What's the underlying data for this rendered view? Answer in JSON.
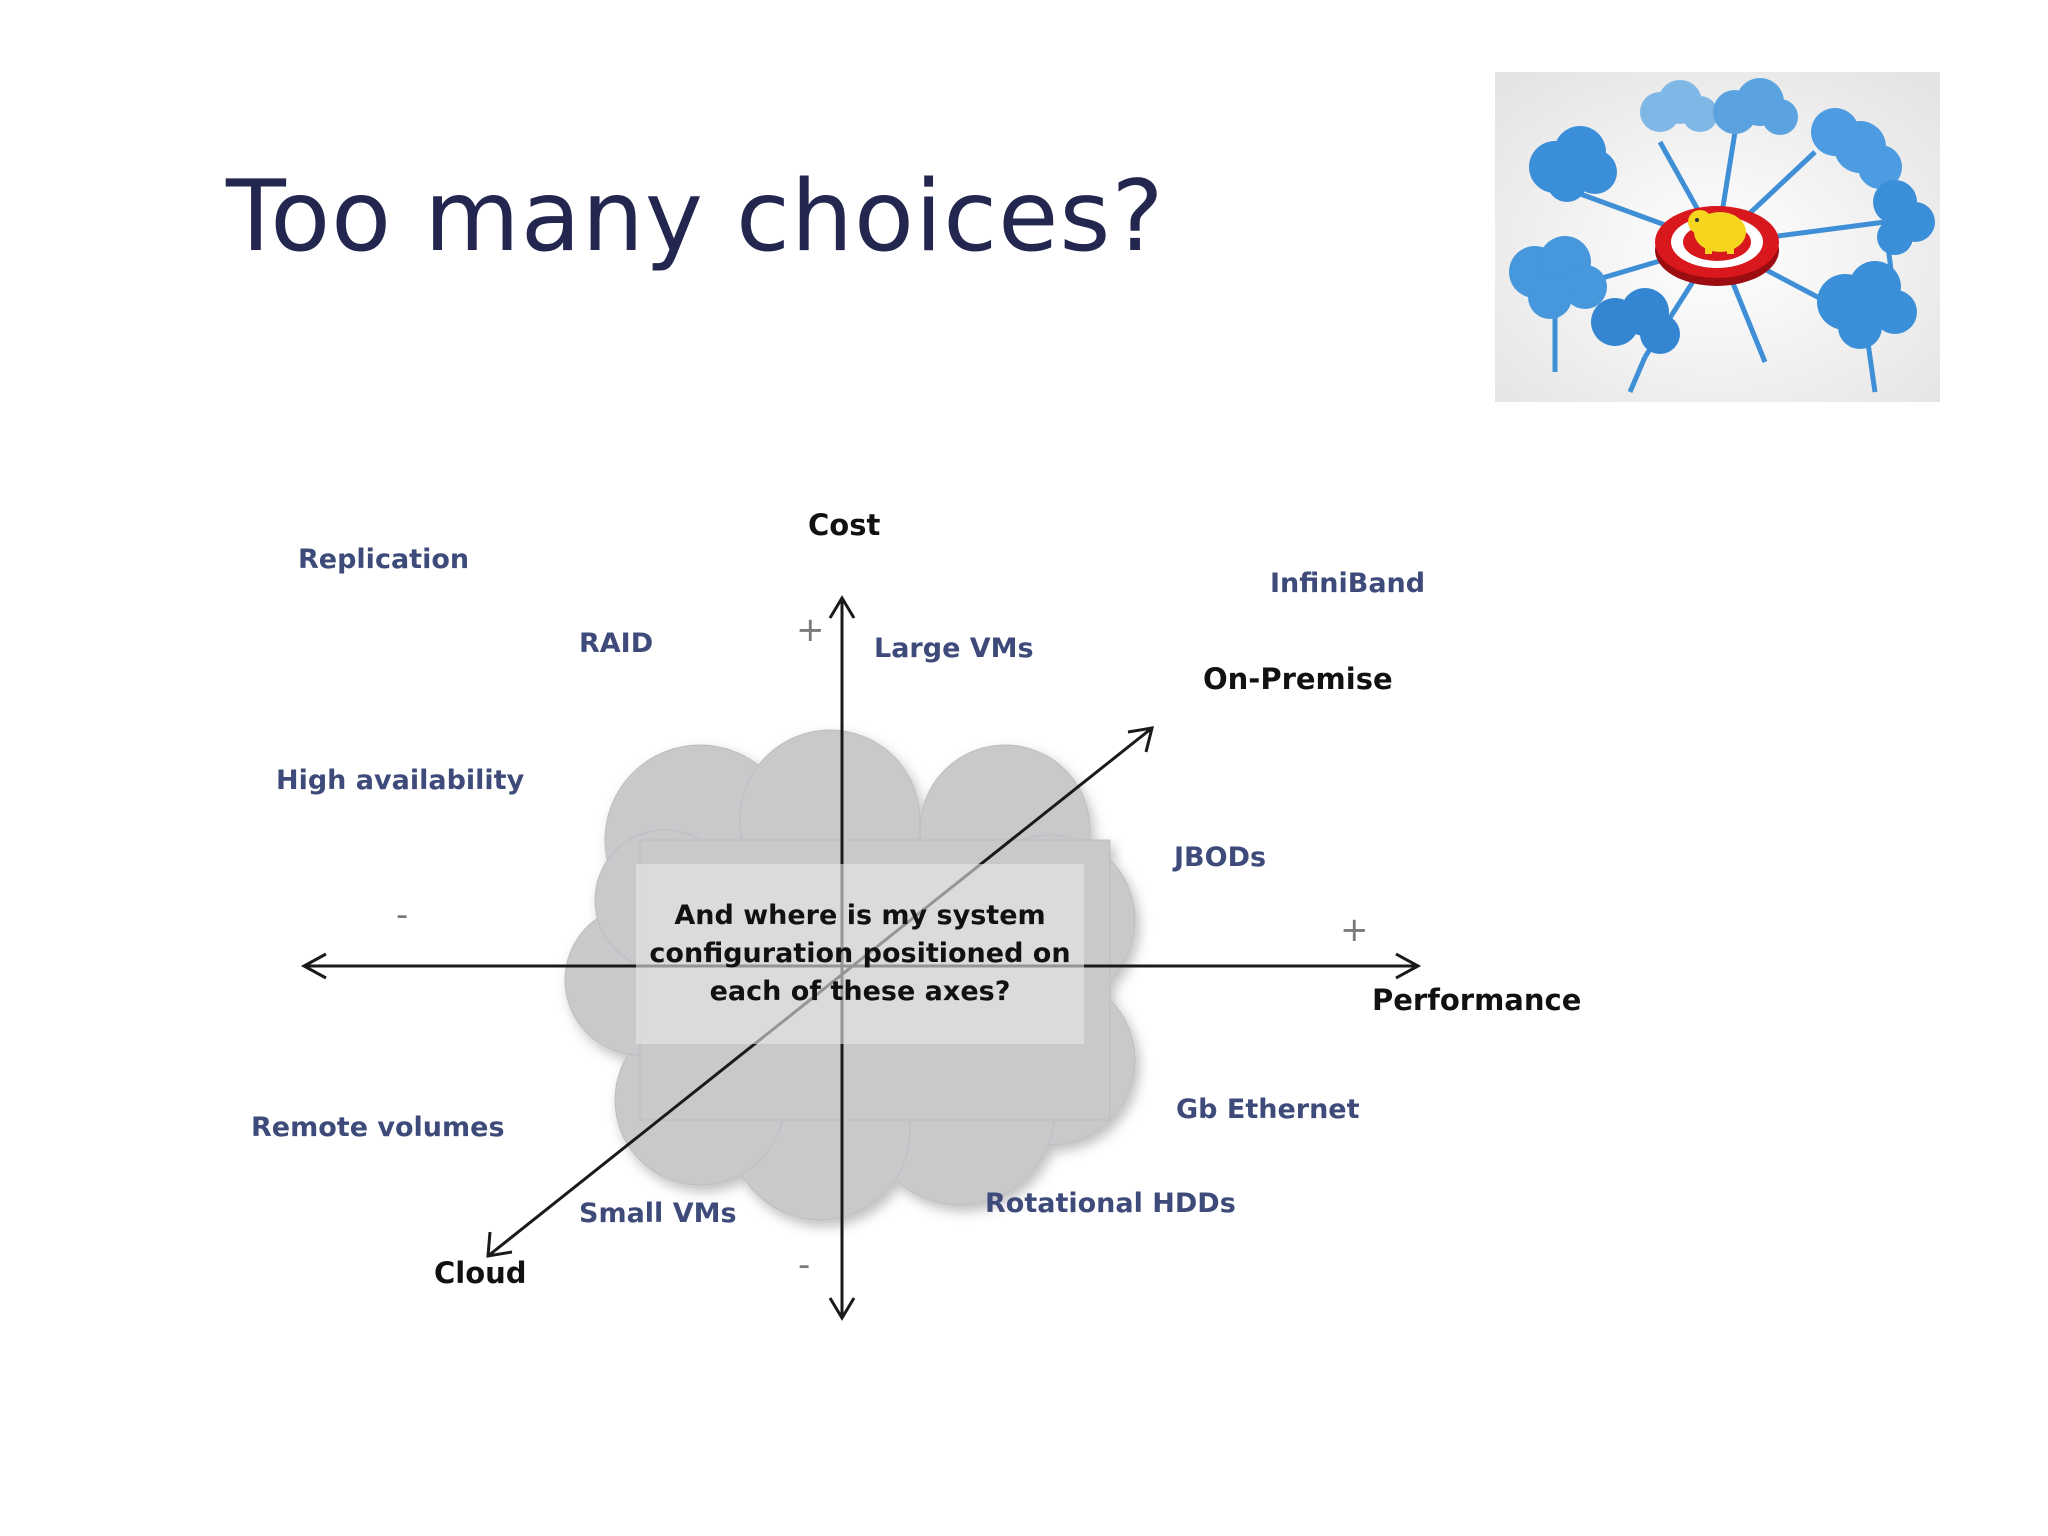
{
  "slide": {
    "title": "Too many choices?",
    "axes": {
      "cost": "Cost",
      "performance": "Performance",
      "on_premise": "On-Premise",
      "cloud": "Cloud"
    },
    "signs": {
      "cost_plus": "+",
      "cost_minus": "-",
      "performance_plus": "+",
      "performance_minus": "-"
    },
    "options": {
      "replication": "Replication",
      "raid": "RAID",
      "high_availability": "High availability",
      "remote_volumes": "Remote volumes",
      "small_vms": "Small VMs",
      "large_vms": "Large VMs",
      "infiniband": "InfiniBand",
      "jbods": "JBODs",
      "gb_ethernet": "Gb Ethernet",
      "rotational_hdds": "Rotational HDDs"
    },
    "question": {
      "line1": "And where is my system",
      "line2": "configuration positioned on",
      "line3": "each of these axes?"
    },
    "colors": {
      "title": "#23264f",
      "option_text": "#3d4a7a",
      "cloud_fill": "#c9c9cc"
    }
  }
}
